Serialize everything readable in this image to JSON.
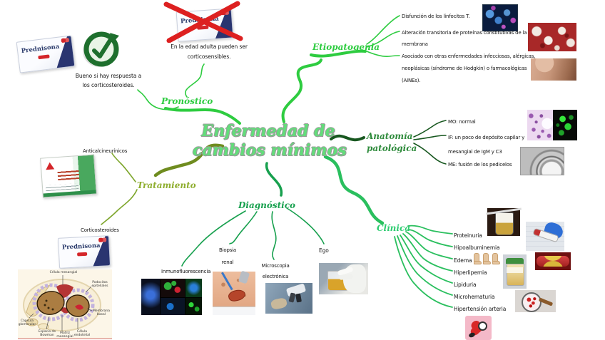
{
  "title": {
    "line1": "Enfermedad de",
    "line2": "cambios mínimos"
  },
  "pronostico": {
    "label": "Pronóstico",
    "responders": "Bueno si hay respuesta a\nlos corticosteroides.",
    "adults": "En la edad adulta pueden ser\ncorticosensibles."
  },
  "etiopatogenia": {
    "label": "Etiopatogenia",
    "items": [
      "Disfunción de los linfocitos T.",
      "Alteración transitoria de proteínas constitutivas de la\nmembrana",
      "Asociado con otras enfermedades infecciosas, alérgicas,\nneoplásicas (síndrome de Hodgkin) o farmacológicas\n(AINEs)."
    ]
  },
  "anatomia": {
    "label": "Anatomía patológica",
    "items": [
      "MO: normal",
      "IF: un poco de depósito capilar y\nmesangial de IgM y C3",
      "ME: fusión de los pedicelos"
    ]
  },
  "clinica": {
    "label": "Clínica",
    "items": [
      "Proteinuria",
      "Hipoalbuminemia",
      "Edema",
      "Hiperlipemia",
      "Lipiduria",
      "Microhematuria",
      "Hipertensión arteria"
    ]
  },
  "diagnostico": {
    "label": "Diagnóstico",
    "items": [
      "Inmunofluorescencia",
      "Biopsia\nrenal",
      "Microscopia\nelectrónica",
      "Ego"
    ]
  },
  "tratamiento": {
    "label": "Tratamiento",
    "items": [
      "Anticalcineurínicos",
      "Corticosteroides"
    ]
  },
  "medication": {
    "brand": "Prednisona"
  },
  "kidney_diagram": {
    "labels": {
      "top": "Célula mesangial",
      "podocitos": "Podocitos epiteliales",
      "membrana": "Membrana basal",
      "capsula": "Cápsula glomerular",
      "espacio": "Espacio de Bowman",
      "matriz": "Matriz mesangial",
      "endotelial": "Célula endotelial"
    }
  },
  "colors": {
    "title_green": "#62dd7a",
    "bright_green": "#2ecc40",
    "mid_green": "#2abf5e",
    "dark_green": "#1d6b2d",
    "diag_green": "#17a04e",
    "olive_green": "#7ea62c",
    "cross_red": "#dd2020"
  }
}
